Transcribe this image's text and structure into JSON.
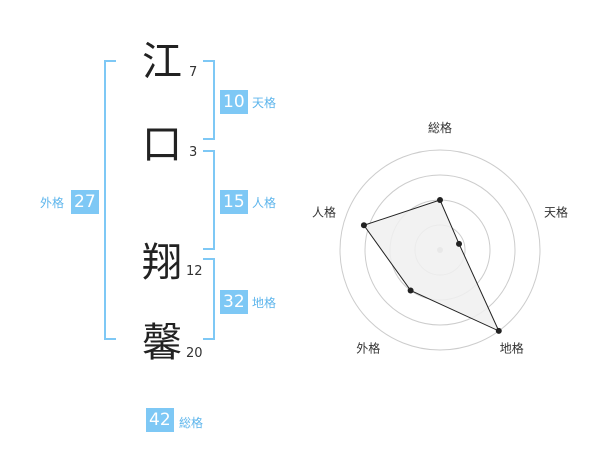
{
  "name": {
    "chars": [
      {
        "char": "江",
        "strokes": "7"
      },
      {
        "char": "口",
        "strokes": "3"
      },
      {
        "char": "翔",
        "strokes": "12"
      },
      {
        "char": "馨",
        "strokes": "20"
      }
    ]
  },
  "fortune": {
    "tenkaku": {
      "value": "10",
      "label": "天格"
    },
    "jinkaku": {
      "value": "15",
      "label": "人格"
    },
    "chikaku": {
      "value": "32",
      "label": "地格"
    },
    "gaikaku": {
      "value": "27",
      "label": "外格"
    },
    "soukaku": {
      "value": "42",
      "label": "総格"
    }
  },
  "chart_data": {
    "type": "radar",
    "axes": [
      "総格",
      "天格",
      "地格",
      "外格",
      "人格"
    ],
    "values": [
      0.5,
      0.2,
      1.0,
      0.5,
      0.8
    ],
    "range": [
      0,
      1
    ],
    "rings": 4,
    "colors": {
      "fill": "#f0f0f0",
      "line": "#222222",
      "ring": "#cccccc"
    }
  }
}
